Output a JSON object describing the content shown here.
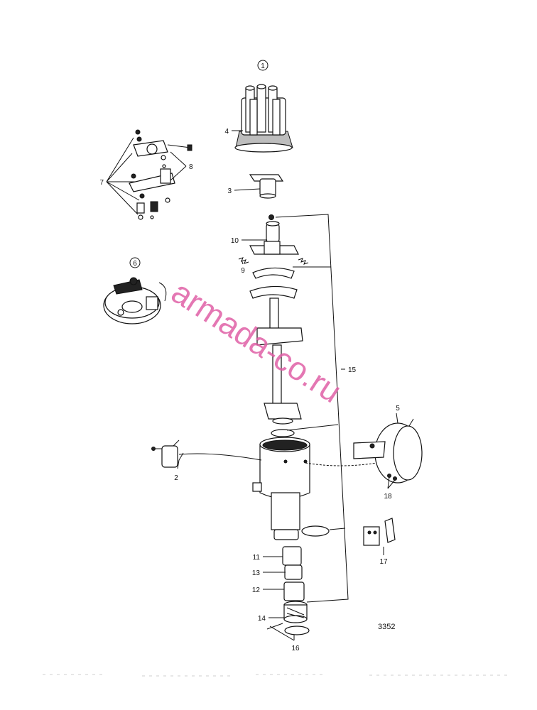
{
  "diagram": {
    "callouts": {
      "c1": "1",
      "c2": "2",
      "c3": "3",
      "c4": "4",
      "c5": "5",
      "c6": "6",
      "c7": "7",
      "c8": "8",
      "c9": "9",
      "c10": "10",
      "c11": "11",
      "c12": "12",
      "c13": "13",
      "c14": "14",
      "c15": "15",
      "c16": "16",
      "c17": "17",
      "c18": "18"
    },
    "figure_number": "3352",
    "watermark": "armada-co.ru"
  }
}
